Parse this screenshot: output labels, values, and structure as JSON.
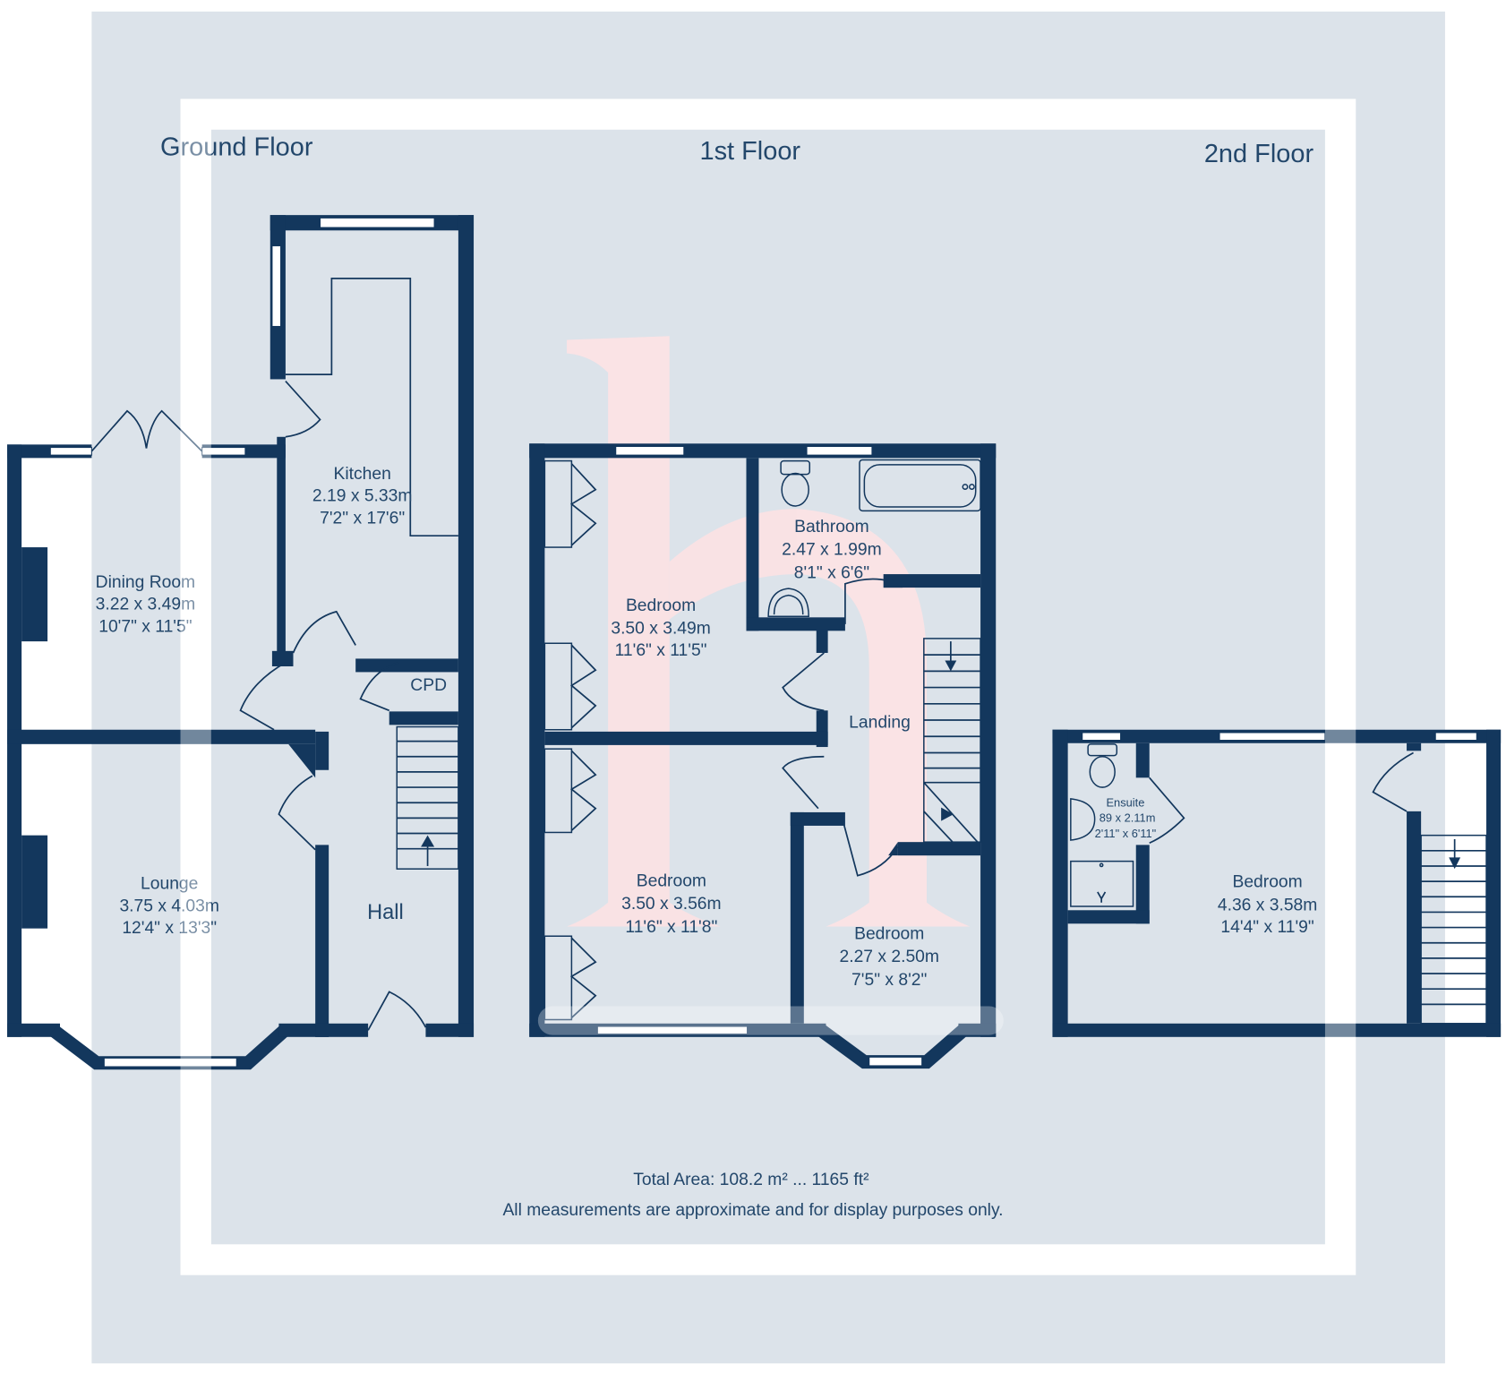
{
  "floors": {
    "ground": {
      "label": "Ground Floor",
      "rooms": {
        "kitchen": {
          "name": "Kitchen",
          "metric": "2.19 x 5.33m",
          "imperial": "7'2\" x 17'6\""
        },
        "dining_room": {
          "name": "Dining Room",
          "metric": "3.22 x 3.49m",
          "imperial": "10'7\" x 11'5\""
        },
        "lounge": {
          "name": "Lounge",
          "metric": "3.75 x 4.03m",
          "imperial": "12'4\" x 13'3\""
        },
        "cpd": {
          "name": "CPD"
        },
        "hall": {
          "name": "Hall"
        }
      }
    },
    "first": {
      "label": "1st Floor",
      "rooms": {
        "bathroom": {
          "name": "Bathroom",
          "metric": "2.47 x 1.99m",
          "imperial": "8'1\" x 6'6\""
        },
        "bedroom_1": {
          "name": "Bedroom",
          "metric": "3.50 x 3.49m",
          "imperial": "11'6\" x 11'5\""
        },
        "landing": {
          "name": "Landing"
        },
        "bedroom_2": {
          "name": "Bedroom",
          "metric": "3.50 x 3.56m",
          "imperial": "11'6\" x 11'8\""
        },
        "bedroom_3": {
          "name": "Bedroom",
          "metric": "2.27 x 2.50m",
          "imperial": "7'5\" x 8'2\""
        }
      }
    },
    "second": {
      "label": "2nd Floor",
      "rooms": {
        "ensuite": {
          "name": "Ensuite",
          "metric": "89 x 2.11m",
          "imperial": "2'11\" x 6'11\""
        },
        "bedroom": {
          "name": "Bedroom",
          "metric": "4.36 x 3.58m",
          "imperial": "14'4\" x 11'9\""
        }
      }
    }
  },
  "footer": {
    "total_area": "Total Area: 108.2 m² ... 1165 ft²",
    "disclaimer": "All measurements are approximate and for display purposes only."
  },
  "watermark": {
    "logo_letter": "h"
  },
  "colors": {
    "wall": "#13375d",
    "text": "#23476b",
    "watermark_square": "#dce3ea",
    "watermark_logo": "#fde2e4",
    "window": "#ffffff"
  }
}
